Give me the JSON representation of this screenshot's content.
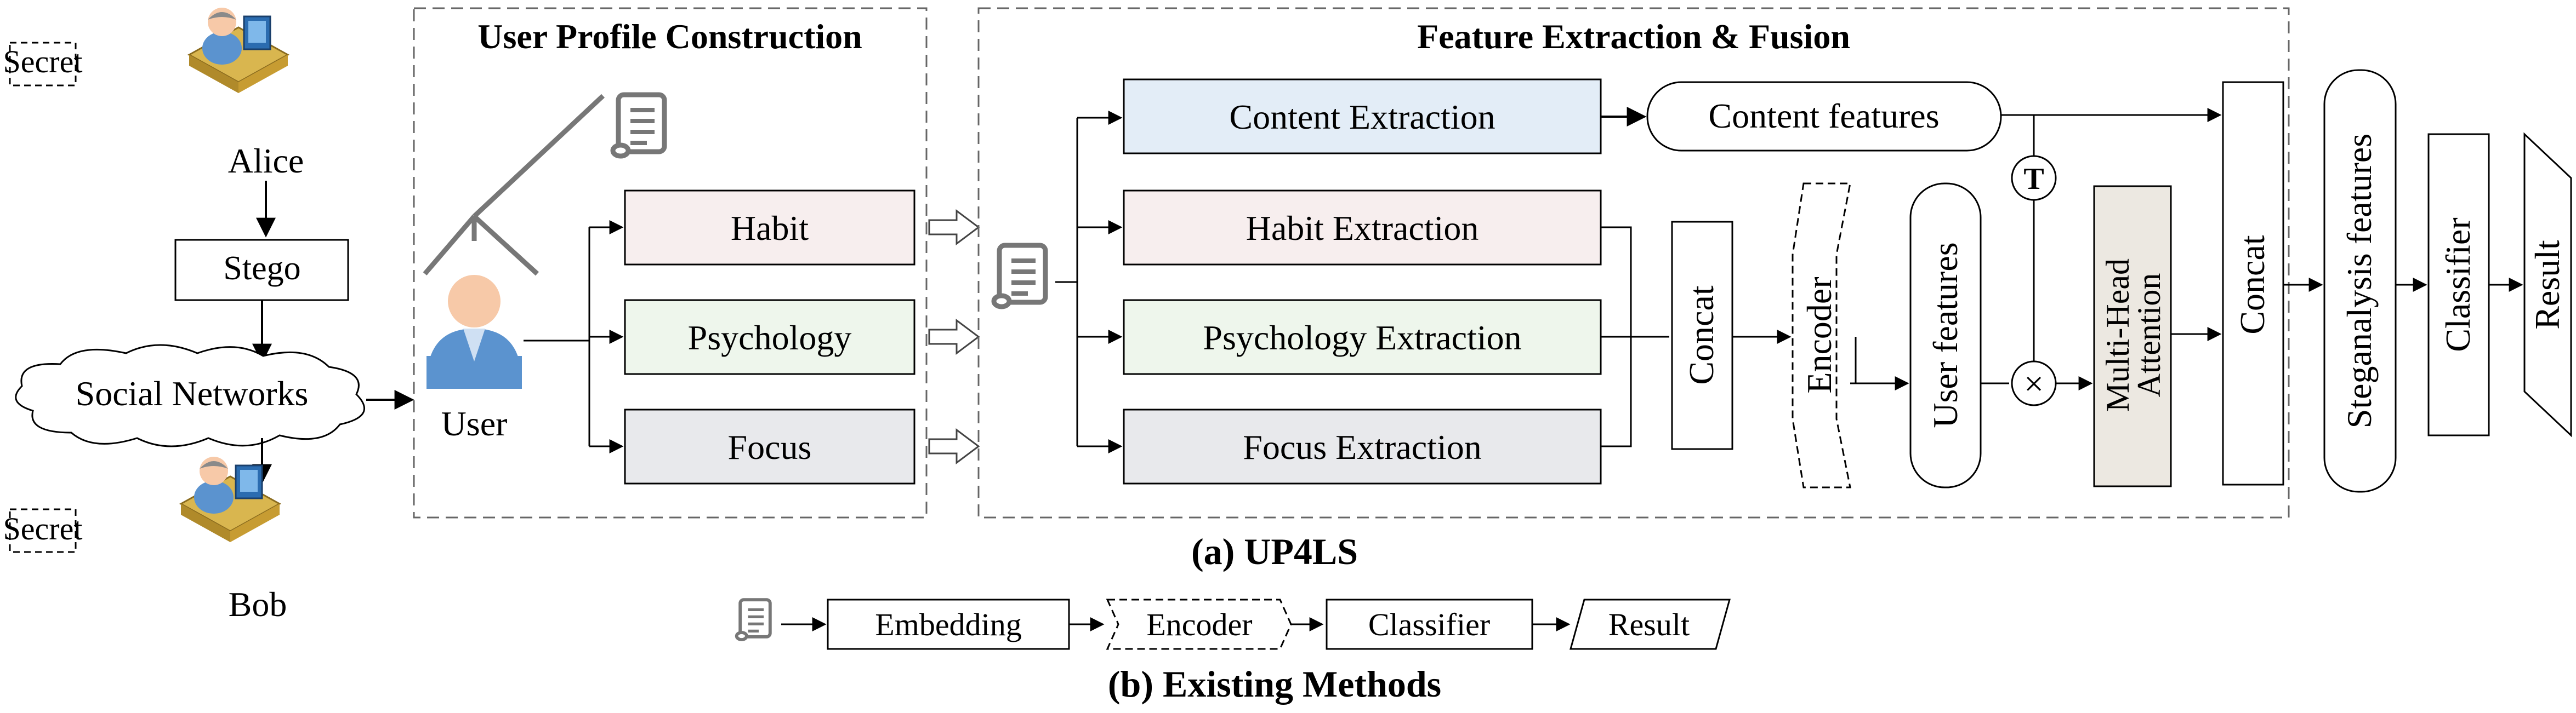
{
  "left": {
    "alice_secret": "Secret",
    "alice": "Alice",
    "stego": "Stego",
    "social_networks": "Social Networks",
    "bob_secret": "Secret",
    "bob": "Bob"
  },
  "profile": {
    "title": "User Profile Construction",
    "user": "User",
    "habit": "Habit",
    "psychology": "Psychology",
    "focus": "Focus"
  },
  "fusion": {
    "title": "Feature Extraction & Fusion",
    "content_extraction": "Content Extraction",
    "content_features": "Content features",
    "habit_extraction": "Habit Extraction",
    "psychology_extraction": "Psychology Extraction",
    "focus_extraction": "Focus Extraction",
    "concat_1": "Concat",
    "encoder": "Encoder",
    "user_features": "User features",
    "transpose": "T",
    "multiply": "×",
    "mha_line1": "Multi-Head",
    "mha_line2": "Attention",
    "concat_2": "Concat"
  },
  "right": {
    "steganalysis_features": "Steganalysis features",
    "classifier": "Classifier",
    "result": "Result"
  },
  "caption_a": "(a) UP4LS",
  "existing": {
    "embedding": "Embedding",
    "encoder": "Encoder",
    "classifier": "Classifier",
    "result": "Result"
  },
  "caption_b": "(b) Existing Methods",
  "colors": {
    "content_fill": "#e3edf7",
    "habit_fill": "#f7eeee",
    "psychology_fill": "#eef6ec",
    "focus_fill": "#e8e9ec",
    "mha_fill": "#ece8e1",
    "doc_icon": "#777777",
    "skin": "#f7c9a8",
    "user_body": "#5b93cf"
  },
  "icons": {
    "person_at_desk": "computer-user-icon",
    "document": "scroll-document-icon",
    "user": "user-avatar-icon"
  }
}
